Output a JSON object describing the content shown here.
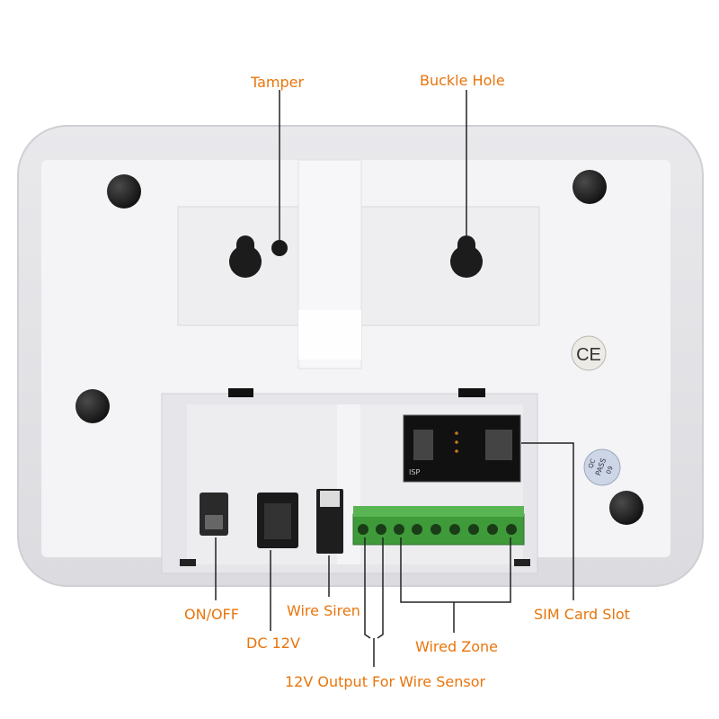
{
  "labels": {
    "tamper": "Tamper",
    "buckle_hole": "Buckle Hole",
    "on_off": "ON/OFF",
    "wire_siren": "Wire Siren",
    "sim_card_slot": "SIM Card Slot",
    "dc_12v": "DC 12V",
    "wired_zone": "Wired Zone",
    "output_12v": "12V Output For Wire Sensor"
  },
  "markings": {
    "ce": "CE",
    "qc_pass": [
      "QC",
      "PASS",
      "09"
    ],
    "isp": "ISP"
  },
  "colors": {
    "callout_text": "#e8750c",
    "leader_line": "#222222",
    "housing": "#f1f1f3",
    "terminal_block": "#3f9a3a"
  }
}
